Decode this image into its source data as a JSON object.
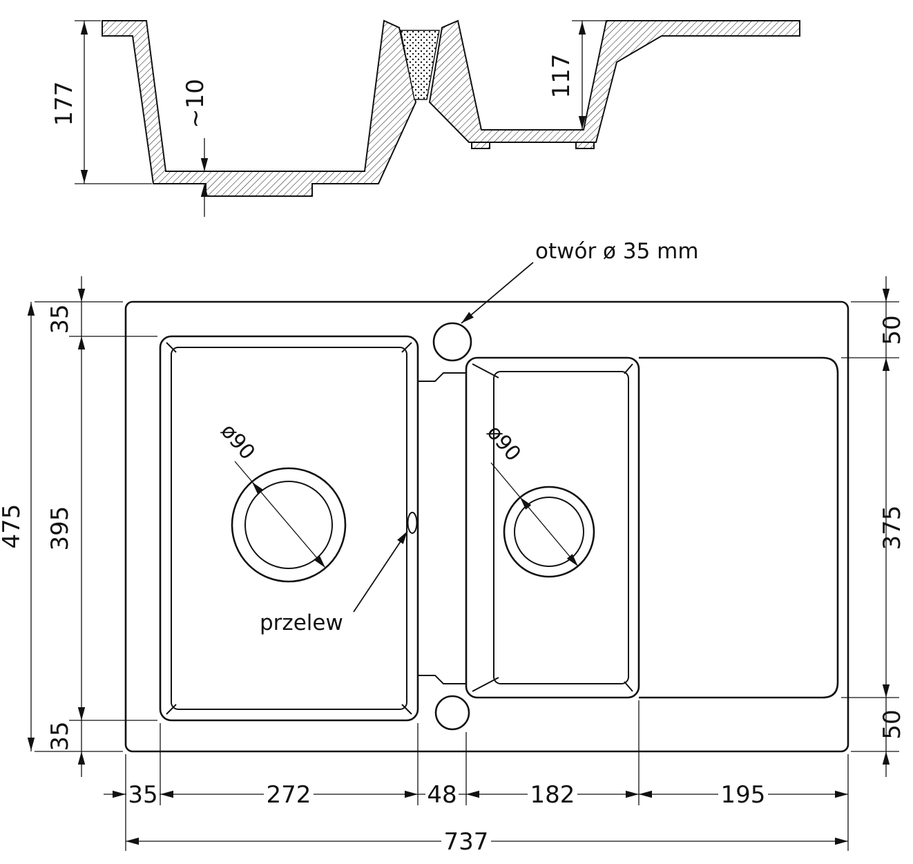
{
  "section_view": {
    "dim_depth_main": "177",
    "dim_bottom_thickness": "~10",
    "dim_depth_small": "117"
  },
  "plan_view": {
    "label_tap_hole": "otwór ø 35 mm",
    "label_overflow": "przelew",
    "label_drain_main": "ø90",
    "label_drain_small": "ø90",
    "dim_overall_height": "475",
    "dim_bowl_offset_top": "35",
    "dim_bowl_height": "395",
    "dim_bowl_offset_bottom": "35",
    "dim_drainer_offset_top": "50",
    "dim_drainer_height": "375",
    "dim_drainer_offset_bottom": "50",
    "dim_edge_left": "35",
    "dim_bowl_main_width": "272",
    "dim_divider_width": "48",
    "dim_bowl_small_width": "182",
    "dim_drainer_width": "195",
    "dim_overall_width": "737"
  }
}
